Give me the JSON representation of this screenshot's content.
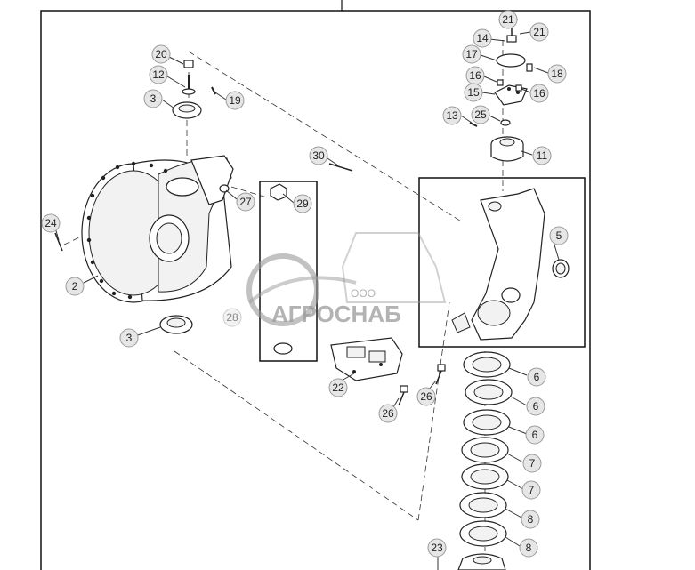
{
  "watermark": {
    "company_prefix": "ООО",
    "company_name": "АГРОСНАБ",
    "color": "#9a9a9a"
  },
  "callouts": [
    {
      "id": "c-20",
      "label": "20"
    },
    {
      "id": "c-12",
      "label": "12"
    },
    {
      "id": "c-19",
      "label": "19"
    },
    {
      "id": "c-3a",
      "label": "3"
    },
    {
      "id": "c-30",
      "label": "30"
    },
    {
      "id": "c-27",
      "label": "27"
    },
    {
      "id": "c-29",
      "label": "29"
    },
    {
      "id": "c-24",
      "label": "24"
    },
    {
      "id": "c-2",
      "label": "2"
    },
    {
      "id": "c-28",
      "label": "28"
    },
    {
      "id": "c-3b",
      "label": "3"
    },
    {
      "id": "c-22",
      "label": "22"
    },
    {
      "id": "c-26a",
      "label": "26"
    },
    {
      "id": "c-26b",
      "label": "26"
    },
    {
      "id": "c-21a",
      "label": "21"
    },
    {
      "id": "c-21b",
      "label": "21"
    },
    {
      "id": "c-14",
      "label": "14"
    },
    {
      "id": "c-17",
      "label": "17"
    },
    {
      "id": "c-18",
      "label": "18"
    },
    {
      "id": "c-16a",
      "label": "16"
    },
    {
      "id": "c-15",
      "label": "15"
    },
    {
      "id": "c-16b",
      "label": "16"
    },
    {
      "id": "c-13",
      "label": "13"
    },
    {
      "id": "c-25",
      "label": "25"
    },
    {
      "id": "c-11",
      "label": "11"
    },
    {
      "id": "c-5",
      "label": "5"
    },
    {
      "id": "c-6a",
      "label": "6"
    },
    {
      "id": "c-6b",
      "label": "6"
    },
    {
      "id": "c-6c",
      "label": "6"
    },
    {
      "id": "c-7a",
      "label": "7"
    },
    {
      "id": "c-7b",
      "label": "7"
    },
    {
      "id": "c-8a",
      "label": "8"
    },
    {
      "id": "c-8b",
      "label": "8"
    },
    {
      "id": "c-23",
      "label": "23"
    }
  ]
}
